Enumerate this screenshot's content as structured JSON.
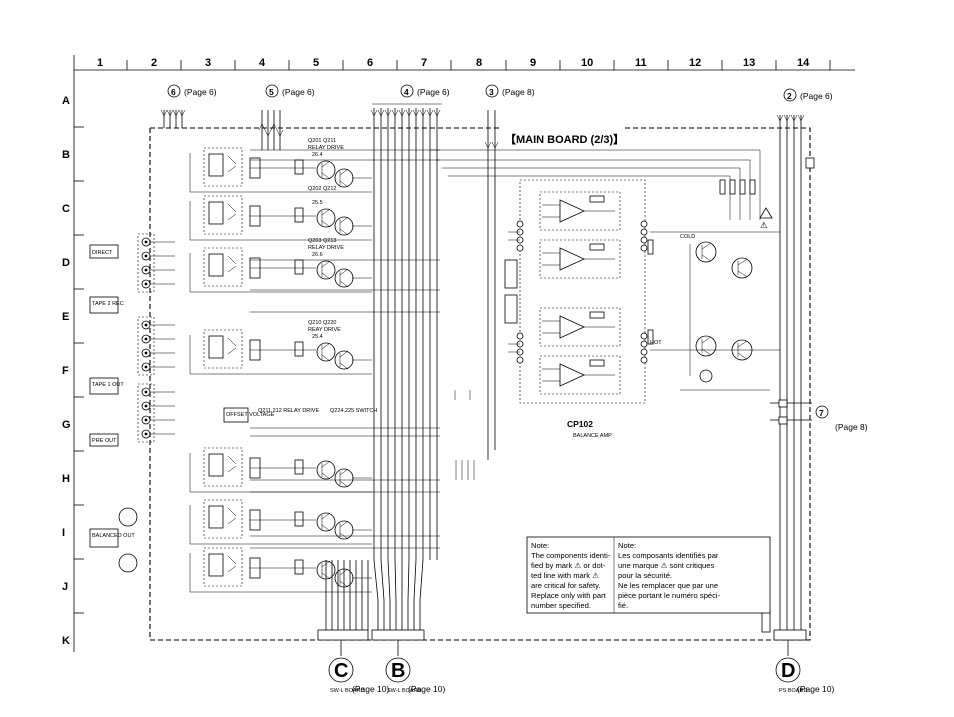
{
  "grid": {
    "columns": [
      "1",
      "2",
      "3",
      "4",
      "5",
      "6",
      "7",
      "8",
      "9",
      "10",
      "11",
      "12",
      "13",
      "14"
    ],
    "rows": [
      "A",
      "B",
      "C",
      "D",
      "E",
      "F",
      "G",
      "H",
      "I",
      "J",
      "K"
    ]
  },
  "board_title": "【MAIN BOARD (2/3)】",
  "top_connectors": [
    {
      "num": "6",
      "page": "(Page 6)"
    },
    {
      "num": "5",
      "page": "(Page 6)"
    },
    {
      "num": "4",
      "page": "(Page 6)"
    },
    {
      "num": "3",
      "page": "(Page 8)"
    },
    {
      "num": "2",
      "page": "(Page 6)"
    }
  ],
  "side_connector": {
    "num": "7",
    "page": "(Page 8)"
  },
  "bottom_connectors": [
    {
      "letter": "C",
      "board": "SW-L BOARD",
      "page": "(Page 10)"
    },
    {
      "letter": "B",
      "board": "SW-L BOARD",
      "page": "(Page 10)"
    },
    {
      "letter": "D",
      "board": "PS BOARD",
      "page": "(Page 10)"
    }
  ],
  "left_labels": {
    "direct": "DIRECT",
    "tape2": "TAPE 2 REC",
    "tape1": "TAPE 1 OUT",
    "pre_out": "PRE OUT",
    "balanced": "BALANCED OUT"
  },
  "relay_blocks": [
    {
      "ref": "Q201 Q211",
      "label": "RELAY DRIVE",
      "volt": "26.4"
    },
    {
      "ref": "Q202 Q212",
      "label": "",
      "volt": "25.5"
    },
    {
      "ref": "Q203 Q213",
      "label": "RELAY DRIVE",
      "volt": "26.6"
    },
    {
      "ref": "Q210 Q220",
      "label": "REAY DRIVE",
      "volt": "25.4"
    }
  ],
  "relay_caption": {
    "left": "Q211.212 RELAY DRIVE",
    "right": "Q224.225 SWITCH"
  },
  "offset_label": "OFFSET VOLTAGE",
  "cp_label": "CP102",
  "cp_sub": "BALANCE AMP",
  "note_en": {
    "heading": "Note:",
    "lines": [
      "The components identi-",
      "fied by mark ⚠ or dot-",
      "ted line with mark ⚠",
      "are critical for safety.",
      "Replace only with part",
      "number specified."
    ]
  },
  "note_fr": {
    "heading": "Note:",
    "lines": [
      "Les composants identifiés par",
      "une marque ⚠ sont critiques",
      "pour la sécurité.",
      "Ne les remplacer que par une",
      "pièce portant le numéro spéci-",
      "fié."
    ]
  },
  "right_labels": {
    "hot": "HOT",
    "cold": "COLD",
    "warn": "⚠"
  }
}
